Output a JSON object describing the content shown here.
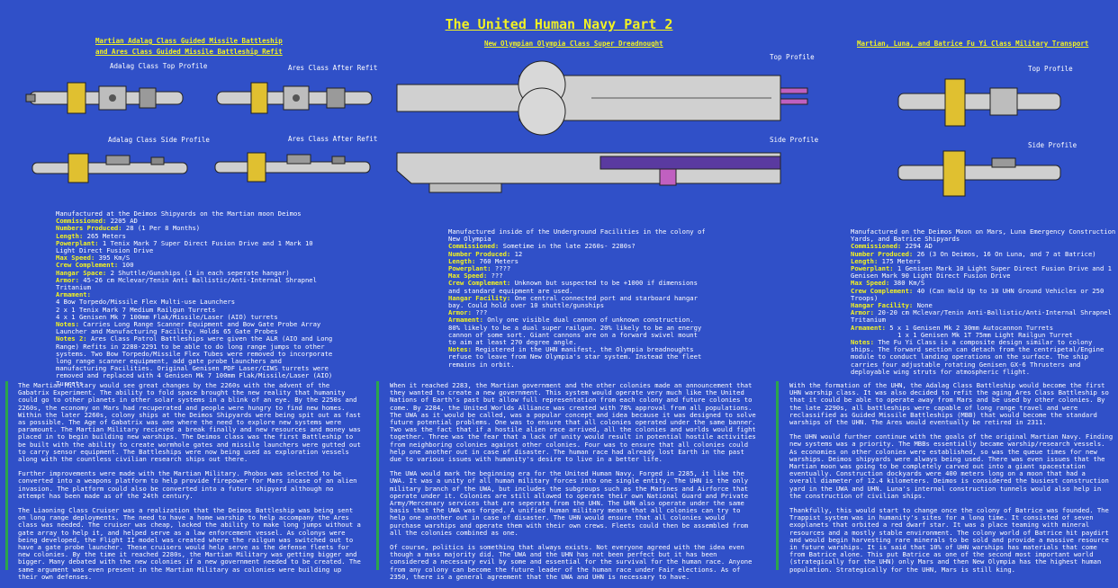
{
  "page_title": "The United Human Navy Part 2",
  "left": {
    "title_line1": "Martian Adalag Class Guided Missile Battleship",
    "title_line2": "and Ares Class Guided Missile Battleship Refit",
    "view_top": "Adalag Class Top Profile",
    "view_refit_top": "Ares Class After Refit",
    "view_side": "Adalag Class Side Profile",
    "view_refit_side": "Ares Class After Refit",
    "specs": [
      {
        "k": "",
        "v": "Manufactured at the Deimos Shipyards on the Martian moon Deimos"
      },
      {
        "k": "Commissioned:",
        "v": " 2205 AD"
      },
      {
        "k": "Numbers Produced:",
        "v": " 28 (1 Per 8 Months)"
      },
      {
        "k": "Length:",
        "v": " 265 Meters"
      },
      {
        "k": "Powerplant:",
        "v": " 1 Tenix Mark 7 Super Direct Fusion Drive and 1 Mark 10 Light Direct Fusion Drive"
      },
      {
        "k": "Max Speed:",
        "v": " 395 Km/S"
      },
      {
        "k": "Crew Complement:",
        "v": " 100"
      },
      {
        "k": "Hangar Space:",
        "v": " 2 Shuttle/Gunships (1 in each seperate hangar)"
      },
      {
        "k": "Armor:",
        "v": " 45-26 cm Mclevar/Tenin Anti Ballistic/Anti-Internal Shrapnel Tritanium"
      },
      {
        "k": "Armament:",
        "v": ""
      },
      {
        "k": "",
        "v": "4 Bow Torpedo/Missile Flex Multi-use Launchers"
      },
      {
        "k": "",
        "v": "2 x 1 Tenix Mark 7 Medium Railgun Turrets"
      },
      {
        "k": "",
        "v": "4 x 1 Genisen Mk 7 100mm Flak/Missile/Laser (AIO) turrets"
      },
      {
        "k": "Notes:",
        "v": " Carries Long Range Scanner Equipment and Bow Gate Probe Array Launcher and Manufacturing Facility. Holds 65 Gate Probes"
      },
      {
        "k": "Notes 2:",
        "v": " Ares Class Patrol Battleships were given the ALR (AIO and Long Range) Refits in 2288-2291 to be able to do long range jumps to other systems. Two Bow Torpedo/Missile Flex Tubes were removed to incorporate long range scanner equipment, add gate probe launchers and manufacturing Facilities. Original Genisen PDF Laser/CIWS turrets were removed and replaced with 4 Genisen Mk 7 100mm Flak/Missile/Laser (AIO) Turrets"
      }
    ],
    "paragraphs": [
      "The Martian Military would see great changes by the 2260s with the advent of the Gabatrix Experiment. The ability to fold space brought the new reality that humanity could go to other planets in other solar systems in a blink of an eye. By the 2250s and 2260s, the economy on Mars had recuperated and people were hungry to find new homes. Within the later 2260s, colony ships at the Deimos Shipyards were being spit out as fast as possible. The Age of Gabatrix was one where the need to explore new systems were paramount. The Martian Military recieved a break finally and new resources and money was placed in to begin building new warships. The Deimos class was the first Battleship to be built with the ability to create wormhole gates and missile launchers were gutted out to carry sensor equipment. The Battleships were now being used as exploration vessels along with the countless civilian research ships out there.",
      "Further improvements were made with the Martian Military. Phobos was selected to be converted into a weapons platform to help provide firepower for Mars incase of an alien invasion. The platform could also be converted into a future shipyard although no attempt has been made as of the 24th century.",
      "The Liaoning Class Cruiser was a realization that the Deimos Battleship was being sent on long range deployments. The need to have a home warship to help accompany the Ares class was needed. The cruiser was cheap, lacked the ability to make long jumps without a gate array to help it, and helped serve as a law enforcement vessel. As colonys were being developed, the Flight II model was created where the railgun was switched out to have a gate probe launcher. These cruisers would help serve as the defense fleets for new colonies. By the time it reached 2280s, the Martian Military was getting bigger and bigger. Many debated with the new colonies if a new government needed to be created. The same argument was even present in the Martian Military as colonies were building up their own defenses."
    ]
  },
  "middle": {
    "title": "New Olympian Olympia Class Super Dreadnought",
    "view_top": "Top Profile",
    "view_side": "Side Profile",
    "specs": [
      {
        "k": "",
        "v": "Manufactured inside of the Underground Facilities in the colony of New Olympia"
      },
      {
        "k": "Commissioned:",
        "v": " Sometime in the late 2260s- 2280s?"
      },
      {
        "k": "Number Produced:",
        "v": " 12"
      },
      {
        "k": "Length:",
        "v": " 760 Meters"
      },
      {
        "k": "Powerplant:",
        "v": " ????"
      },
      {
        "k": "Max Speed:",
        "v": " ???"
      },
      {
        "k": "Crew Complement:",
        "v": " Unknown but suspected to be +1000 if dimensions and standard equipment are used."
      },
      {
        "k": "Hangar Facility:",
        "v": " One central connected port and starboard hangar bay. Could hold over 10 shuttle/gunships"
      },
      {
        "k": "Armor:",
        "v": " ???"
      },
      {
        "k": "Armament:",
        "v": " Only one visible dual cannon of unknown construction. 80% likely to be a dual super railgun. 20% likely to be an energy cannon of some sort. Giant cannons are on a forward swivel mount to aim at least 270 degree angle."
      },
      {
        "k": "Notes:",
        "v": " Registered in the UHN manifest, the Olympia breadnoughts refuse to leave from New Olympia's star system. Instead the fleet remains in orbit."
      }
    ],
    "paragraphs": [
      "When it reached 2283, the Martian government and the other colonies made an announcement that they wanted to create a new government. This system would operate very much like the United Nations of Earth's past but allow full representation from each colony and future colonies to come. By 2284, the United Worlds Alliance was created with 78% approval from all populations. The UWA as it would be called, was a popular concept and idea because it was designed to solve future potential problems. One was to ensure that all colonies operated under the same banner. Two was the fact that if a hostile alien race arrived, all the colonies and worlds would fight together. Three was the fear that a lack of unity would result in potential hostile activities from neighboring colonies against other colonies. Four was to ensure that all colonies could help one another out in case of disaster. The human race had already lost Earth in the past due to various issues with humanity's desire to live in a better life.",
      "The UWA would mark the beginning era for the United Human Navy. Forged in 2285, it like the UWA. It was a unity of all human military forces into one single entity. The UHN is the only military branch of the UWA, but includes the subgroups such as the Marines and Airforce that operate under it. Colonies are still allowed to operate their own National Guard and Private Army/Mercenary services that are seperate from the UHN. The UHN also operate under the same basis that the UWA was forged. A unified human military means that all colonies can try to help one another out in case of disaster. The UHN would ensure that all colonies would purchase warships and operate them with their own crews. Fleets could then be assembled from all the colonies combined as one.",
      "Of course, politics is something that always exists. Not everyone agreed with the idea even though a mass majority did. The UWA and the UHN has not been perfect but it has been considered a necessary evil by some and essential for the survival for the human race. Anyone from any colony can become the future leader of the human race under Fair elections. As of 2350, there is a general agreement that the UWA and UHN is necessary to have."
    ]
  },
  "right": {
    "title": "Martian, Luna, and Batrice Fu Yi Class Military Transport",
    "view_top": "Top Profile",
    "view_side": "Side Profile",
    "specs": [
      {
        "k": "",
        "v": "Manufactured on the Deimos Moon on Mars, Luna Emergency Construction Yards, and Batrice Shipyards"
      },
      {
        "k": "Commissioned:",
        "v": " 2294 AD"
      },
      {
        "k": "Number Produced:",
        "v": " 26 (3 On Deimos, 16 On Luna, and 7 at Batrice)"
      },
      {
        "k": "Length:",
        "v": " 175 Meters"
      },
      {
        "k": "Powerplant:",
        "v": " 1 Genisen Mark 10 Light Super Direct Fusion Drive and 1 Genisen Mark 90 Light Direct Fusion Drive"
      },
      {
        "k": "Max Speed:",
        "v": " 380 Km/S"
      },
      {
        "k": "Crew Complement:",
        "v": " 40 (Can Hold Up to 10 UHN Ground Vehicles or 250 Troops)"
      },
      {
        "k": "Hangar Facility:",
        "v": " None"
      },
      {
        "k": "Armor:",
        "v": " 20-20 cm Mclevar/Tenin Anti-Ballistic/Anti-Internal Shrapnel Tritanium"
      },
      {
        "k": "Armament:",
        "v": " 5 x 1 Genisen Mk 2 30mm Autocannon Turrets"
      },
      {
        "k": "",
        "v": "            1 x 1 Genisen Mk 1T 75mm Light Railgun Turret"
      },
      {
        "k": "Notes:",
        "v": " The Fu Yi Class is a composite design similar to colony ships. The forward section can detach from the centripetal/Engine module to conduct landing operations on the surface. The ship carries four adjustable rotating Genisen GX-6 Thrusters and deployable wing struts for atmospheric flight."
      }
    ],
    "paragraphs": [
      "With the formation of the UHN, the Adalag Class Battleship would become the first UHN warship class. It was also decided to refit the aging Ares Class Battleship so that it could be able to operate away from Mars and be used by other colonies. By the late 2290s, all battleships were capable of long range travel and were reclassified as Guided Missile Battleships (MBB) that would become the standard warships of the UHN. The Ares would eventually be retired in 2311.",
      "The UHN would further continue with the goals of the original Martian Navy. Finding new systems was a priority. The MBBs essentially became warship/research vessels. As economies on other colonies were established, so was the queue times for new warships. Deimos shipyards were always being used. There was even issues that the Martian moon was going to be completely carved out into a giant spacestation eventually. Construction dockyards were 400 meters long on a moon that had a overall diameter of 12.4 kilometers. Deimos is considered the busiest construction yard in the UWA and UHN. Luna's internal construction tunnels would also help in the construction of civilian ships.",
      "Thankfully, this would start to change once the colony of Batrice was founded. The Trappist system was in humanity's sites for a long time. It consisted of seven exoplanets that orbited a red dwarf star. It was a place teaming with mineral resources and a mostly stable environment. The colony world of Batrice hit paydirt and would begin harvesting rare minerals to be sold and provide a massive resource in future warships. It is said that 10% of UHN warships has materials that come from Batrice alone. This put Batrice as one of the second most important world (strategically for the UHN) only Mars and then New Olympia has the highest human population. Strategically for the UHN, Mars is still king."
    ]
  },
  "colors": {
    "background": "#3050c8",
    "heading": "#f2f222",
    "divider": "#2ca44c",
    "hull": "#d4d4d4",
    "engine": "#f0c020"
  }
}
